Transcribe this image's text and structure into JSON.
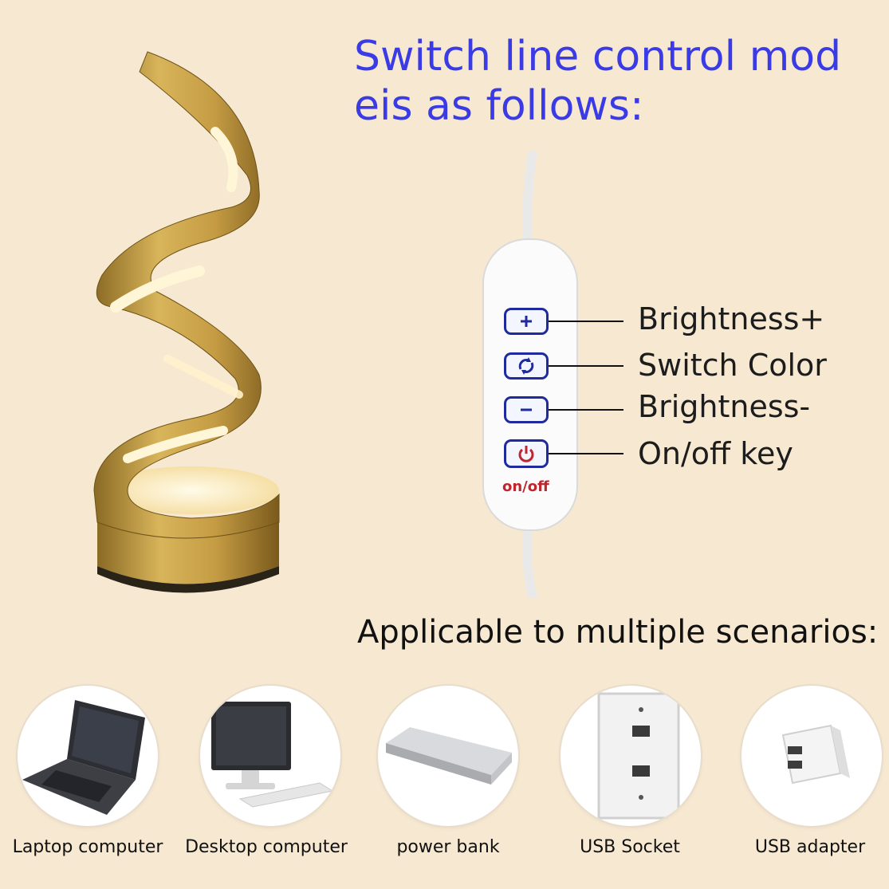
{
  "heading": {
    "line1": "Switch line control mod",
    "line2": "eis as follows:"
  },
  "controller": {
    "onoff_text": "on/off",
    "buttons": [
      {
        "icon": "plus-icon",
        "label": "Brightness+"
      },
      {
        "icon": "switch-color-icon",
        "label": "Switch Color"
      },
      {
        "icon": "minus-icon",
        "label": "Brightness-"
      },
      {
        "icon": "power-icon",
        "label": "On/off key"
      }
    ]
  },
  "scenarios": {
    "title": "Applicable to multiple scenarios:",
    "items": [
      {
        "icon": "laptop-icon",
        "label": "Laptop computer"
      },
      {
        "icon": "desktop-icon",
        "label": "Desktop computer"
      },
      {
        "icon": "power-bank-icon",
        "label": "power bank"
      },
      {
        "icon": "usb-socket-icon",
        "label": "USB Socket"
      },
      {
        "icon": "usb-adapter-icon",
        "label": "USB adapter"
      }
    ]
  },
  "colors": {
    "background": "#f7e9d1",
    "heading": "#3b3be6",
    "button_outline": "#1f2a9e",
    "power_red": "#c0262d",
    "lamp_gold": "#b8933b"
  }
}
